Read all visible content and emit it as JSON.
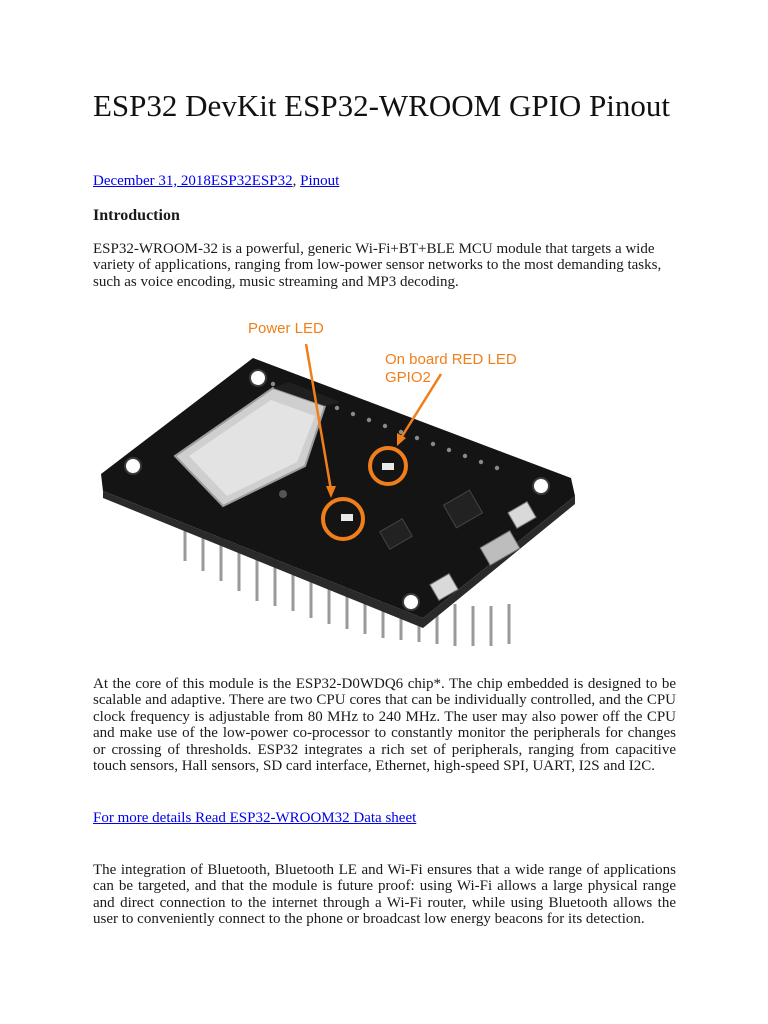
{
  "article": {
    "title": "ESP32 DevKit ESP32-WROOM GPIO Pinout",
    "meta": {
      "date": "December 31, 2018",
      "author": "ESP32",
      "categories": [
        "ESP32",
        "Pinout"
      ],
      "separator": ", "
    },
    "intro_heading": "Introduction",
    "intro_paragraph": "ESP32-WROOM-32 is a powerful, generic Wi-Fi+BT+BLE MCU module that targets a wide variety of applications, ranging from low-power sensor networks to the most demanding tasks, such as voice encoding, music streaming and MP3 decoding.",
    "figure": {
      "label_power_led": "Power LED",
      "label_red_led_line1": "On board RED LED",
      "label_red_led_line2": "GPIO2",
      "accent_color": "#f07f1b",
      "board_color": "#141414"
    },
    "core_paragraph": "At the core of this module is the ESP32-D0WDQ6 chip*. The chip embedded is designed to be scalable and adaptive. There are two CPU cores that can be individually controlled, and the CPU clock frequency is adjustable from 80 MHz to 240 MHz. The user may also power off the CPU and make use of the low-power co-processor to constantly monitor the peripherals for changes or crossing of thresholds. ESP32 integrates a rich set of peripherals, ranging from capacitive touch sensors, Hall sensors, SD card interface, Ethernet, high-speed SPI, UART, I2S and I2C.",
    "datasheet_link": "For more details Read ESP32-WROOM32 Data sheet",
    "bt_paragraph": "The integration of Bluetooth, Bluetooth LE and Wi-Fi ensures that a wide range of applications can be targeted, and that the module is future proof: using Wi-Fi allows a large physical range and direct connection to the internet through a Wi-Fi router, while using Bluetooth allows the user to conveniently connect to the phone or broadcast low energy beacons for its detection."
  }
}
